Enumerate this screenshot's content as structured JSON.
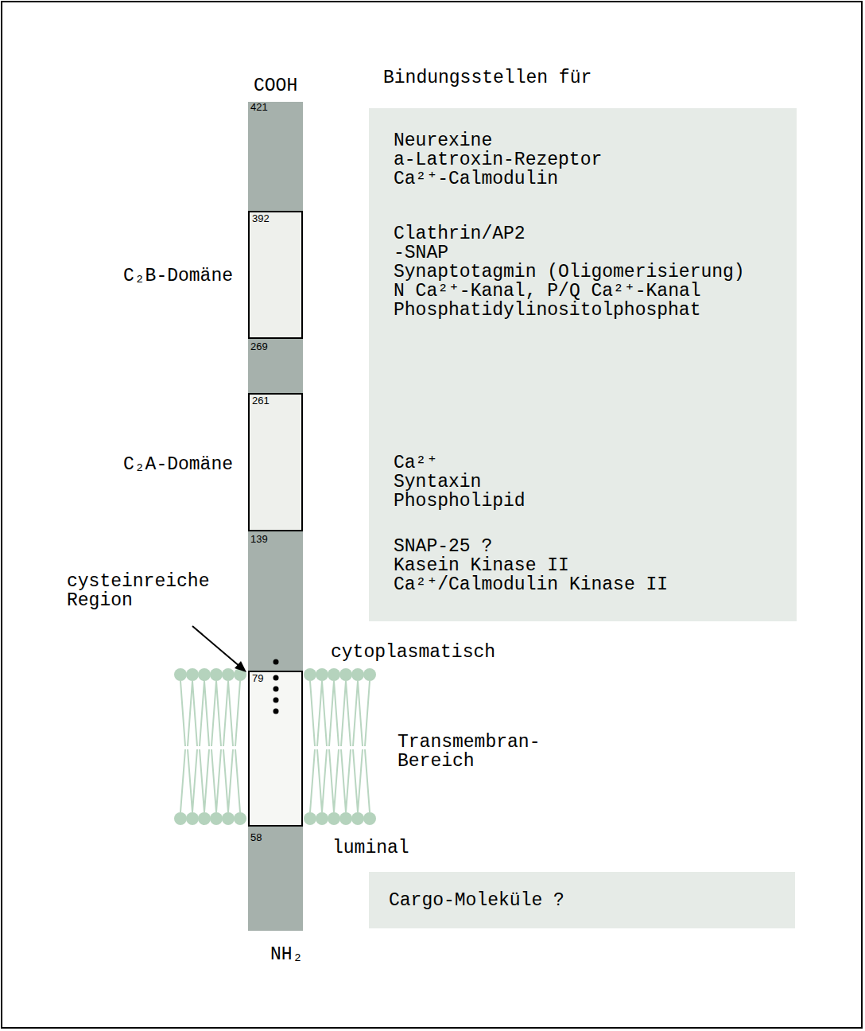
{
  "diagram": {
    "nodes": [
      {
        "text": [
          "421",
          "269",
          "139",
          "58"
        ]
      },
      {
        "text": [
          "C₂B-Domäne",
          "392"
        ],
        "in": 0
      },
      {
        "text": [
          "C₂A-Domäne",
          "261"
        ],
        "in": 0
      },
      {
        "text": [
          "79"
        ],
        "in": 0
      },
      {
        "text": [
          "Bindungsstellen für",
          "Neurexine",
          "a-Latroxin-Rezeptor",
          "Ca²⁺-Calmodulin",
          "Clathrin/AP2",
          "-SNAP",
          "Synaptotagmin (Oligomerisierung)",
          "N Ca²⁺-Kanal, P/Q Ca²⁺-Kanal",
          "Phosphatidylinositolphosphat",
          "Ca²⁺",
          "Syntaxin",
          "Phospholipid",
          "SNAP-25 ?",
          "Kasein Kinase II",
          "Ca²⁺/Calmodulin Kinase II"
        ]
      },
      {
        "text": [
          "Cargo-Moleküle ?"
        ]
      }
    ],
    "labels": [
      "COOH",
      "NH₂",
      "cysteinreiche Region",
      "cytoplasmatisch",
      "Transmembran- Bereich",
      "luminal"
    ]
  }
}
